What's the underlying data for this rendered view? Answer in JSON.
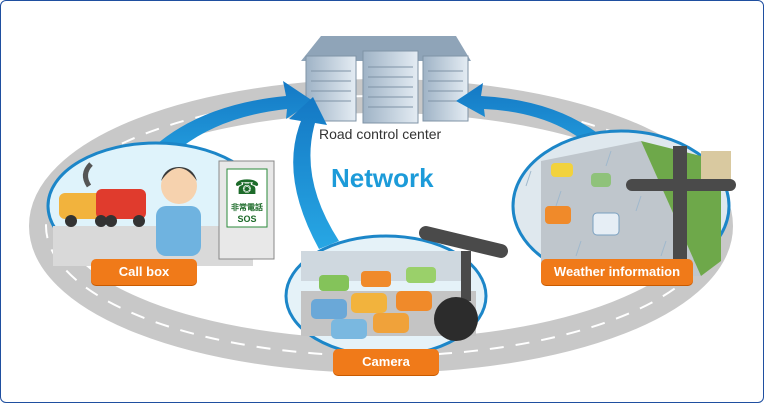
{
  "diagram": {
    "center_label": "Road control center",
    "network_label": "Network",
    "nodes": [
      {
        "id": "call_box",
        "label": "Call box"
      },
      {
        "id": "camera",
        "label": "Camera"
      },
      {
        "id": "weather",
        "label": "Weather information"
      }
    ],
    "sign_text_top": "非常電話",
    "sign_text_bottom": "SOS"
  },
  "colors": {
    "accent": "#f07a19",
    "arrow": "#1c9bd9",
    "road": "#c7c7c7",
    "border": "#1f4fa0"
  }
}
